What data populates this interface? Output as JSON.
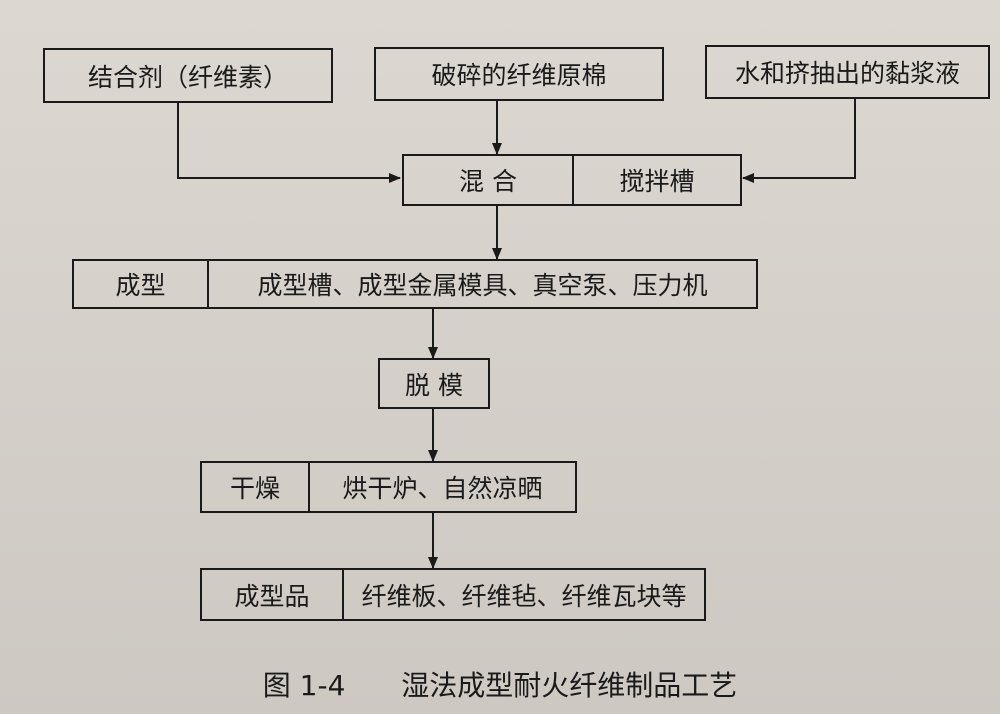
{
  "diagram": {
    "inputs": {
      "binder": "结合剂（纤维素）",
      "fiber": "破碎的纤维原棉",
      "slurry": "水和挤抽出的黏浆液"
    },
    "steps": {
      "mix": {
        "label": "混 合",
        "equipment": "搅拌槽"
      },
      "form": {
        "label": "成型",
        "equipment": "成型槽、成型金属模具、真空泵、压力机"
      },
      "demold": {
        "label": "脱 模"
      },
      "dry": {
        "label": "干燥",
        "equipment": "烘干炉、自然凉晒"
      },
      "product": {
        "label": "成型品",
        "equipment": "纤维板、纤维毡、纤维瓦块等"
      }
    }
  },
  "caption": {
    "figure_number": "图 1-4",
    "title": "湿法成型耐火纤维制品工艺"
  }
}
